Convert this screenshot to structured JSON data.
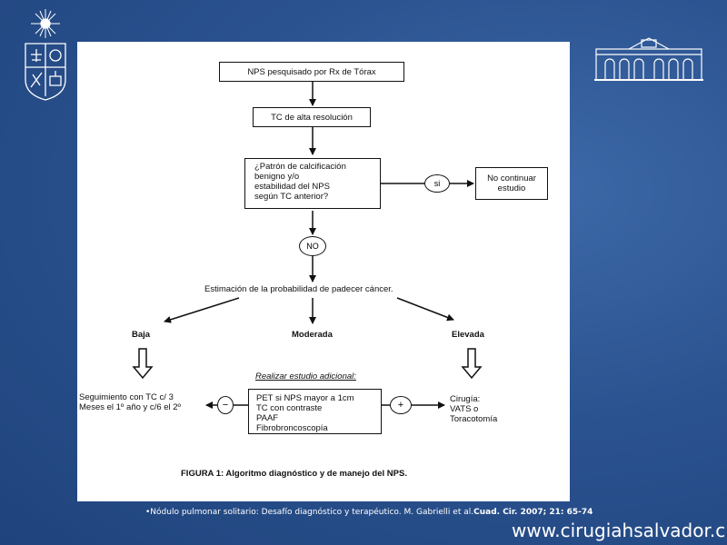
{
  "slide": {
    "citation_text": "•Nódulo pulmonar solitario: Desafío diagnóstico y terapéutico. M. Gabrielli et al.",
    "citation_bold": "Cuad. Cir. 2007; 21: 65-74",
    "website": "www.cirugiahsalvador.cl"
  },
  "diagram": {
    "start": "NPS pesquisado por Rx de Tórax",
    "tc": "TC de alta resolución",
    "question": [
      "¿Patrón de calcificación",
      "benigno y/o",
      "estabilidad del NPS",
      "según TC anterior?"
    ],
    "si": "si",
    "no_continue": [
      "No continuar",
      "estudio"
    ],
    "no": "NO",
    "estimation": "Estimación de la probabilidad de padecer cáncer.",
    "low": "Baja",
    "moderate": "Moderada",
    "high": "Elevada",
    "additional": "Realizar estudio adicional:",
    "followup": [
      "Seguimiento con TC c/ 3",
      "Meses el 1º año y c/6 el 2º"
    ],
    "minus": "−",
    "plus": "+",
    "studies": [
      "PET si NPS mayor a 1cm",
      "TC con contraste",
      "PAAF",
      "Fibrobroncoscopía"
    ],
    "surgery": [
      "Cirugía:",
      "VATS o",
      "Toracotomía"
    ],
    "caption": "FIGURA 1: Algoritmo diagnóstico y de manejo del NPS."
  },
  "colors": {
    "background": "#2b5390",
    "panel": "#ffffff",
    "ink": "#111111"
  },
  "icons": {
    "left_logo": "university-seal-icon",
    "right_logo": "hospital-building-icon"
  }
}
